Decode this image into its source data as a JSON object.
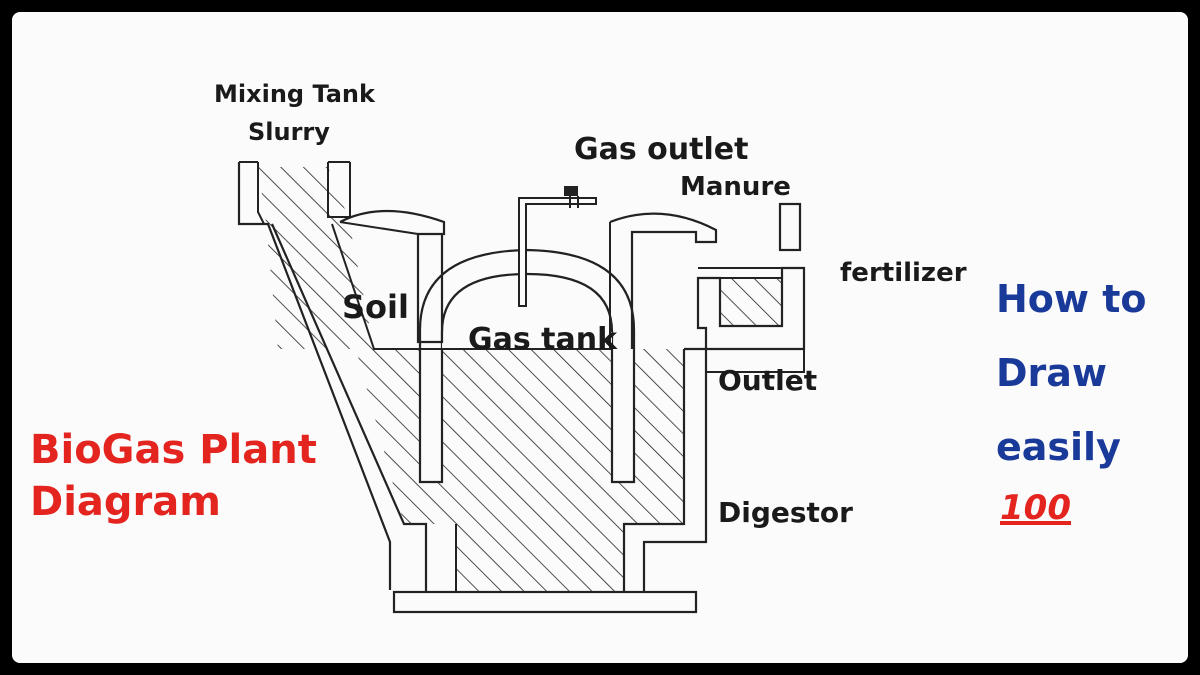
{
  "labels": {
    "mixing_tank": "Mixing Tank",
    "slurry": "Slurry",
    "gas_outlet": "Gas outlet",
    "manure": "Manure",
    "fertilizer": "fertilizer",
    "soil": "Soil",
    "gas_tank": "Gas tank",
    "outlet": "Outlet",
    "digestor": "Digestor"
  },
  "title": {
    "line1": "BioGas Plant",
    "line2": "Diagram"
  },
  "side_text": {
    "line1": "How to",
    "line2": "Draw",
    "line3": "easily",
    "emoji": "100"
  },
  "colors": {
    "title": "#e3241f",
    "side_text": "#1a3a9a",
    "ink": "#1a1a1a"
  }
}
